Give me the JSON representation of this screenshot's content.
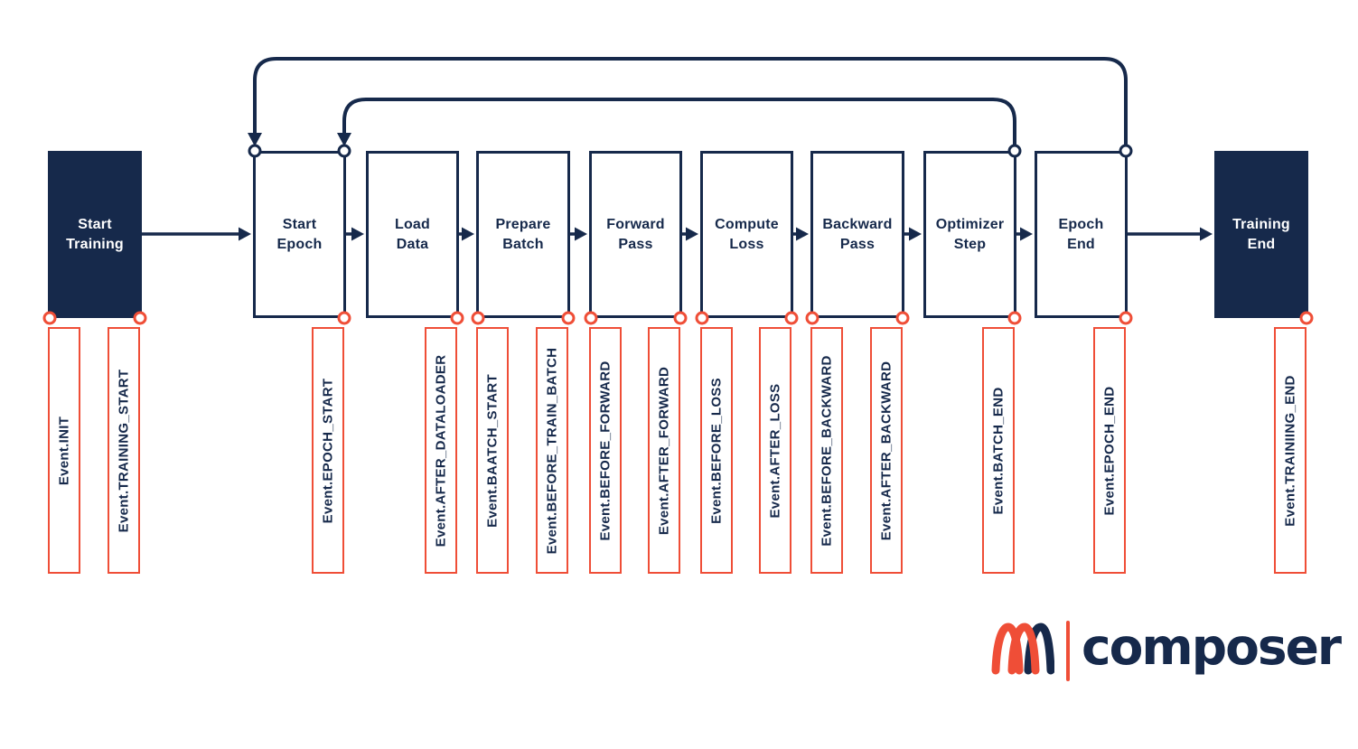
{
  "colors": {
    "navy": "#16294B",
    "orange": "#EF4E37"
  },
  "boxes": [
    {
      "label": "Start\nTraining"
    },
    {
      "label": "Start\nEpoch"
    },
    {
      "label": "Load\nData"
    },
    {
      "label": "Prepare\nBatch"
    },
    {
      "label": "Forward\nPass"
    },
    {
      "label": "Compute\nLoss"
    },
    {
      "label": "Backward\nPass"
    },
    {
      "label": "Optimizer\nStep"
    },
    {
      "label": "Epoch\nEnd"
    },
    {
      "label": "Training\nEnd"
    }
  ],
  "events": [
    {
      "label": "Event.INIT"
    },
    {
      "label": "Event.TRAINING_START"
    },
    {
      "label": "Event.EPOCH_START"
    },
    {
      "label": "Event.AFTER_DATALOADER"
    },
    {
      "label": "Event.BAATCH_START"
    },
    {
      "label": "Event.BEFORE_TRAIN_BATCH"
    },
    {
      "label": "Event.BEFORE_FORWARD"
    },
    {
      "label": "Event.AFTER_FORWARD"
    },
    {
      "label": "Event.BEFORE_LOSS"
    },
    {
      "label": "Event.AFTER_LOSS"
    },
    {
      "label": "Event.BEFORE_BACKWARD"
    },
    {
      "label": "Event.AFTER_BACKWARD"
    },
    {
      "label": "Event.BATCH_END"
    },
    {
      "label": "Event.EPOCH_END"
    },
    {
      "label": "Event.TRAINIING_END"
    }
  ],
  "logo": {
    "wordmark": "composer"
  }
}
